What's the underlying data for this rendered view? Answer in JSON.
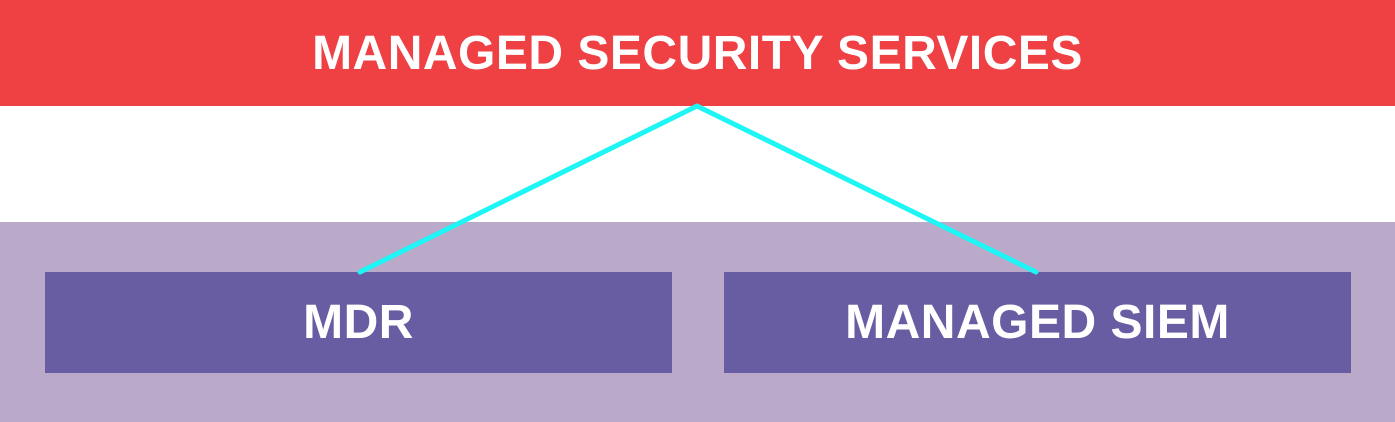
{
  "top": {
    "label": "MANAGED SECURITY SERVICES"
  },
  "children": [
    {
      "label": "MDR"
    },
    {
      "label": "MANAGED SIEM"
    }
  ],
  "colors": {
    "top_banner": "#ef4044",
    "bottom_panel": "#bba9c9",
    "child_box": "#685ca3",
    "connector": "#1ff5f5",
    "text": "#ffffff"
  }
}
